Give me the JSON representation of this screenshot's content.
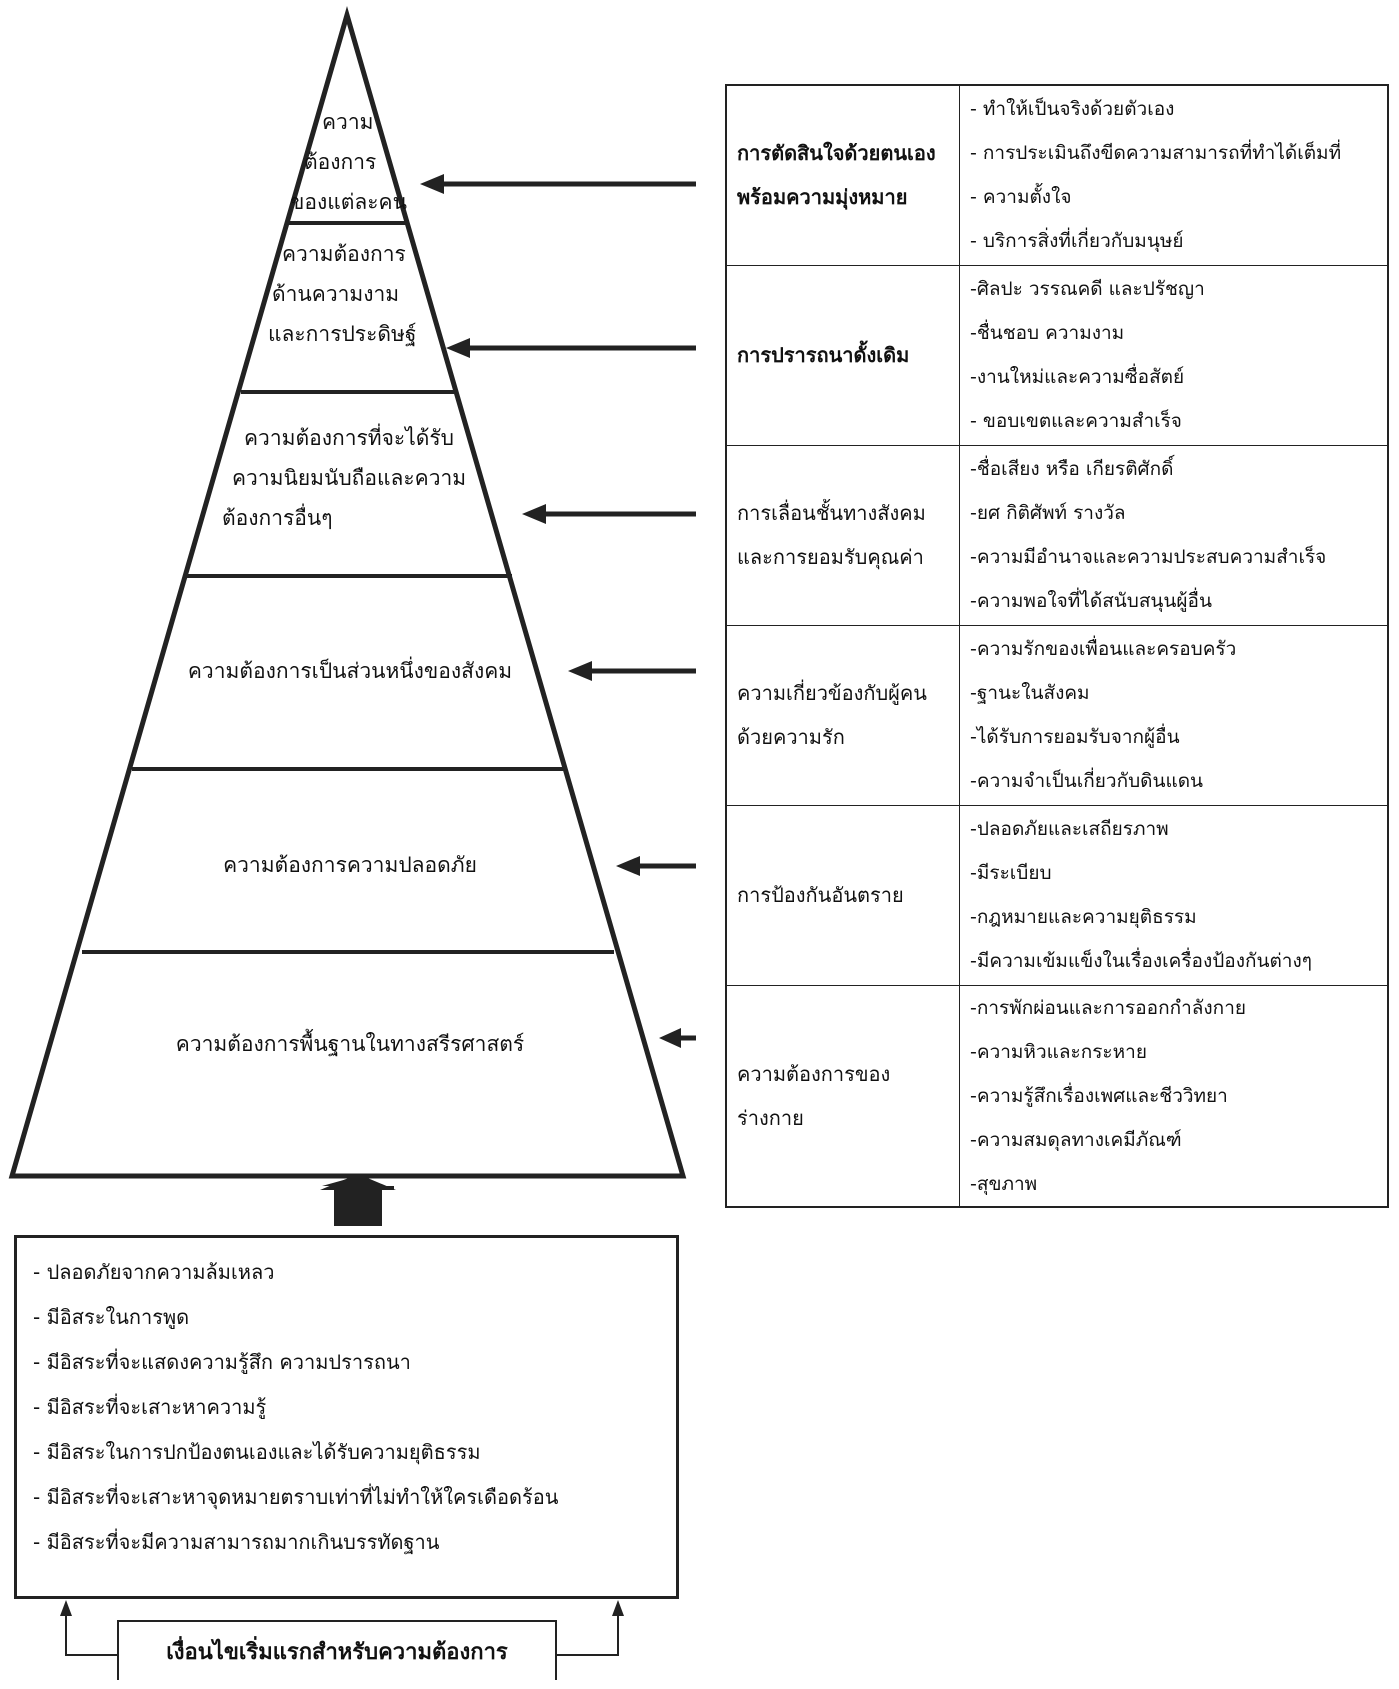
{
  "pyramid": {
    "levels": [
      {
        "lines": [
          "ความ",
          "ต้องการ",
          "ของแต่ละคน"
        ]
      },
      {
        "lines": [
          "ความต้องการ",
          "ด้านความงาม",
          "และการประดิษฐ์"
        ]
      },
      {
        "lines": [
          "ความต้องการที่จะได้รับ",
          "ความนิยมนับถือและความ",
          "ต้องการอื่นๆ"
        ]
      },
      {
        "lines": [
          "ความต้องการเป็นส่วนหนึ่งของสังคม"
        ]
      },
      {
        "lines": [
          "ความต้องการความปลอดภัย"
        ]
      },
      {
        "lines": [
          "ความต้องการพื้นฐานในทางสรีรศาสตร์"
        ]
      }
    ]
  },
  "table": {
    "rows": [
      {
        "category": [
          "การตัดสินใจด้วยตนเอง",
          "พร้อมความมุ่งหมาย"
        ],
        "bold": true,
        "items": [
          "- ทำให้เป็นจริงด้วยตัวเอง",
          "- การประเมินถึงขีดความสามารถที่ทำได้เต็มที่",
          "- ความตั้งใจ",
          "- บริการสิ่งที่เกี่ยวกับมนุษย์"
        ]
      },
      {
        "category": [
          "การปรารถนาดั้งเดิม"
        ],
        "bold": true,
        "items": [
          "-ศิลปะ วรรณคดี และปรัชญา",
          "-ชื่นชอบ ความงาม",
          "-งานใหม่และความซื่อสัตย์",
          "- ขอบเขตและความสำเร็จ"
        ]
      },
      {
        "category": [
          "การเลื่อนชั้นทางสังคม",
          "และการยอมรับคุณค่า"
        ],
        "bold": false,
        "items": [
          "-ชื่อเสียง หรือ เกียรติศักดิ์",
          "-ยศ กิติศัพท์ รางวัล",
          "-ความมีอำนาจและความประสบความสำเร็จ",
          "-ความพอใจที่ได้สนับสนุนผู้อื่น"
        ]
      },
      {
        "category": [
          "ความเกี่ยวข้องกับผู้คน",
          "ด้วยความรัก"
        ],
        "bold": false,
        "items": [
          "-ความรักของเพื่อนและครอบครัว",
          "-ฐานะในสังคม",
          "-ได้รับการยอมรับจากผู้อื่น",
          "-ความจำเป็นเกี่ยวกับดินแดน"
        ]
      },
      {
        "category": [
          "การป้องกันอันตราย"
        ],
        "bold": false,
        "items": [
          "-ปลอดภัยและเสถียรภาพ",
          "-มีระเบียบ",
          "-กฎหมายและความยุติธรรม",
          "-มีความเข้มแข็งในเรื่องเครื่องป้องกันต่างๆ"
        ]
      },
      {
        "category": [
          "ความต้องการของ",
          "ร่างกาย"
        ],
        "bold": false,
        "items": [
          "-การพักผ่อนและการออกกำลังกาย",
          "-ความหิวและกระหาย",
          "-ความรู้สึกเรื่องเพศและชีววิทยา",
          "-ความสมดุลทางเคมีภัณฑ์",
          "-สุขภาพ"
        ]
      }
    ]
  },
  "conditions": {
    "items": [
      "- ปลอดภัยจากความล้มเหลว",
      "- มีอิสระในการพูด",
      "- มีอิสระที่จะแสดงความรู้สึก ความปรารถนา",
      "- มีอิสระที่จะเสาะหาความรู้",
      "- มีอิสระในการปกป้องตนเองและได้รับความยุติธรรม",
      "- มีอิสระที่จะเสาะหาจุดหมายตราบเท่าที่ไม่ทำให้ใครเดือดร้อน",
      "- มีอิสระที่จะมีความสามารถมากเกินบรรทัดฐาน"
    ]
  },
  "base_box": {
    "label": "เงื่อนไขเริ่มแรกสำหรับความต้องการ"
  }
}
